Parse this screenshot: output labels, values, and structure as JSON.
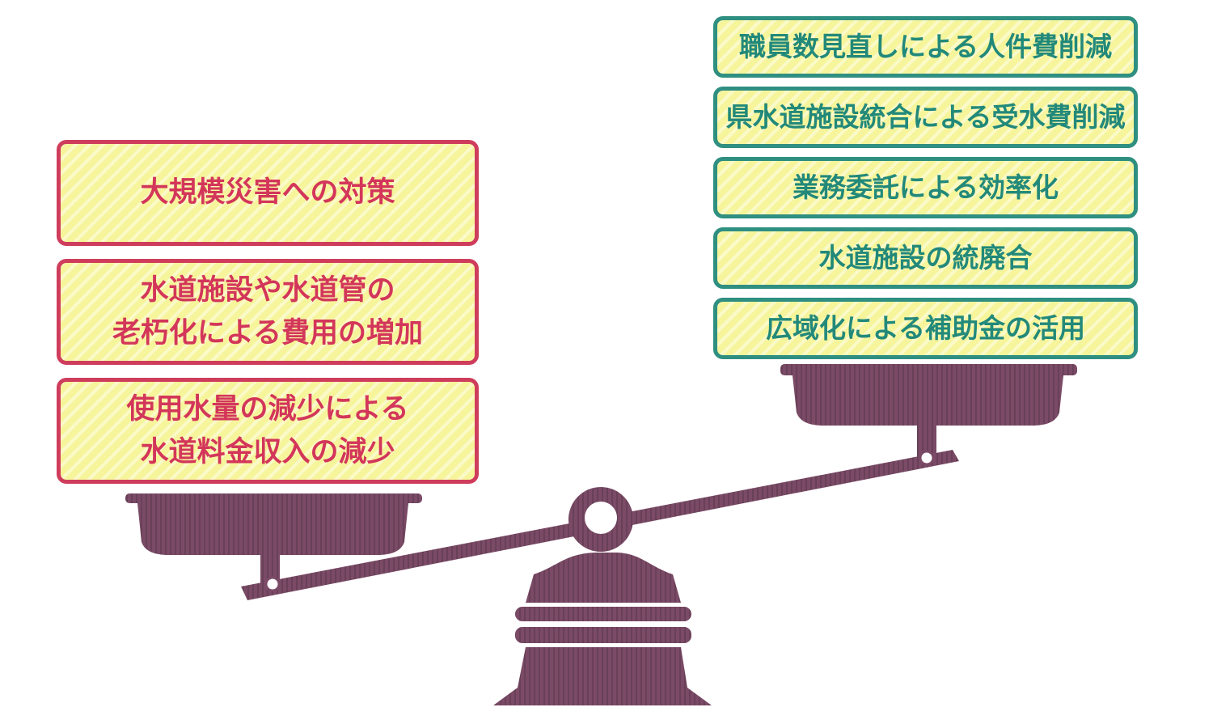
{
  "left_pan": {
    "items": [
      {
        "lines": [
          "大規模災害への対策"
        ]
      },
      {
        "lines": [
          "水道施設や水道管の",
          "老朽化による費用の増加"
        ]
      },
      {
        "lines": [
          "使用水量の減少による",
          "水道料金収入の減少"
        ]
      }
    ]
  },
  "right_pan": {
    "items": [
      {
        "lines": [
          "職員数見直しによる人件費削減"
        ]
      },
      {
        "lines": [
          "県水道施設統合による受水費削減"
        ]
      },
      {
        "lines": [
          "業務委託による効率化"
        ]
      },
      {
        "lines": [
          "水道施設の統廃合"
        ]
      },
      {
        "lines": [
          "広域化による補助金の活用"
        ]
      }
    ]
  },
  "colors": {
    "scale": "#7a4a66",
    "box_fill": "#f7f59c",
    "left_border": "#cf3d5c",
    "left_text": "#d3365a",
    "right_border": "#2f8f81",
    "right_text": "#22897a"
  }
}
